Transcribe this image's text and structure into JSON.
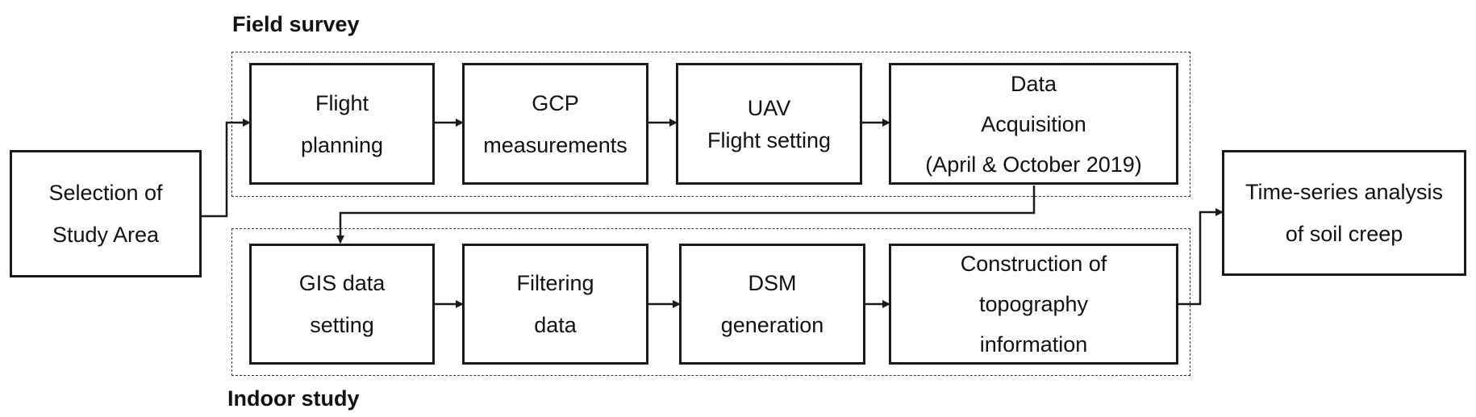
{
  "groups": {
    "field": {
      "title": "Field survey"
    },
    "indoor": {
      "title": "Indoor study"
    }
  },
  "steps": {
    "selection": {
      "lines": [
        "Selection of",
        "Study Area"
      ]
    },
    "flight_planning": {
      "lines": [
        "Flight",
        "planning"
      ]
    },
    "gcp": {
      "lines": [
        "GCP",
        "measurements"
      ]
    },
    "uav": {
      "lines": [
        "UAV",
        "Flight setting"
      ]
    },
    "data_acquisition": {
      "lines": [
        "Data",
        "Acquisition",
        "(April & October 2019)"
      ]
    },
    "gis": {
      "lines": [
        "GIS data",
        "setting"
      ]
    },
    "filtering": {
      "lines": [
        "Filtering",
        "data"
      ]
    },
    "dsm": {
      "lines": [
        "DSM",
        "generation"
      ]
    },
    "topography": {
      "lines": [
        "Construction of",
        "topography",
        "information"
      ]
    },
    "time_series": {
      "lines": [
        "Time-series analysis",
        "of soil creep"
      ]
    }
  }
}
